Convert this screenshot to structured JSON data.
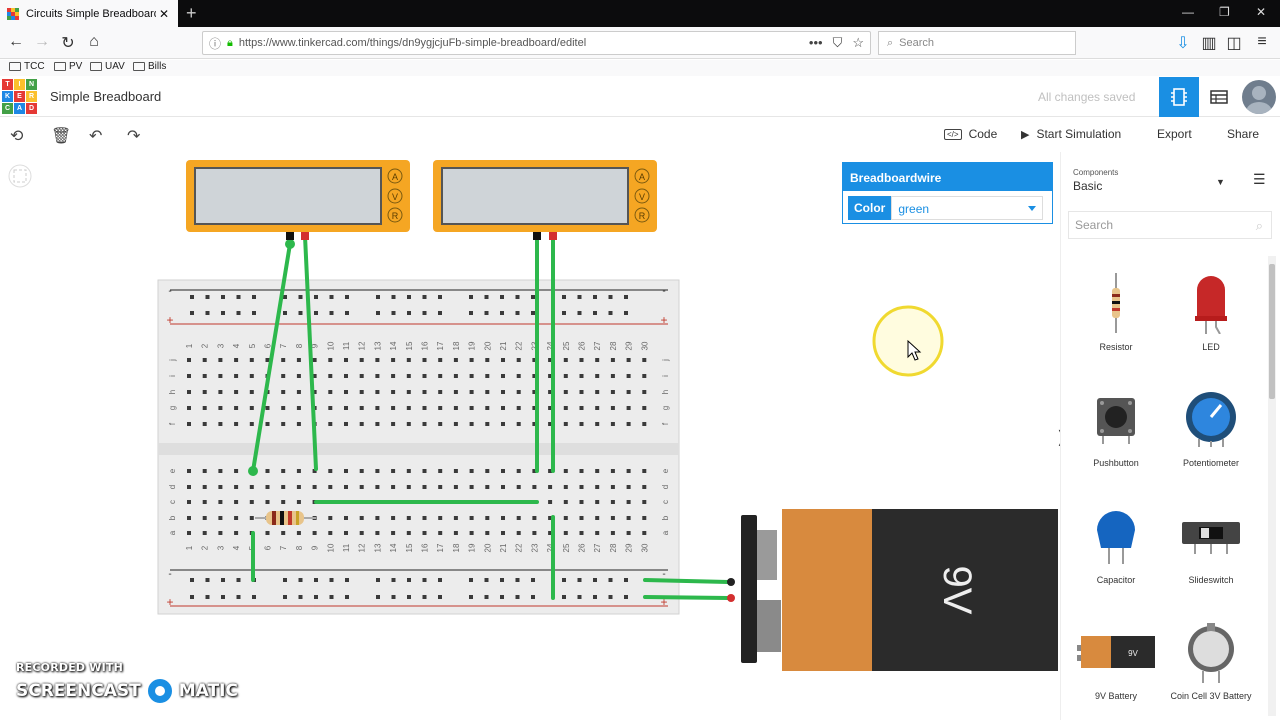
{
  "browser": {
    "tab_title": "Circuits Simple Breadboard | Ti",
    "url": "https://www.tinkercad.com/things/dn9ygjcjuFb-simple-breadboard/editel",
    "search_placeholder": "Search",
    "bookmarks": [
      "TCC",
      "PV",
      "UAV",
      "Bills"
    ]
  },
  "app": {
    "logo_letters": [
      "TIN",
      "KER",
      "CAD"
    ],
    "project_title": "Simple Breadboard",
    "save_status": "All changes saved"
  },
  "toolbar": {
    "code_label": "Code",
    "simulation_label": "Start Simulation",
    "export_label": "Export",
    "share_label": "Share"
  },
  "inspector": {
    "title": "Breadboardwire",
    "color_label": "Color",
    "color_value": "green"
  },
  "components_panel": {
    "label": "Components",
    "selected": "Basic",
    "search_placeholder": "Search",
    "items": [
      "Resistor",
      "LED",
      "Pushbutton",
      "Potentiometer",
      "Capacitor",
      "Slideswitch",
      "9V Battery",
      "Coin Cell 3V Battery"
    ]
  },
  "meters": [
    {
      "modes": [
        "A",
        "V",
        "R"
      ]
    },
    {
      "modes": [
        "A",
        "V",
        "R"
      ]
    }
  ],
  "battery": {
    "label": "9V",
    "small_label": "9V"
  },
  "breadboard": {
    "column_numbers": [
      "1",
      "2",
      "3",
      "4",
      "5",
      "6",
      "7",
      "8",
      "9",
      "10",
      "11",
      "12",
      "13",
      "14",
      "15",
      "16",
      "17",
      "18",
      "19",
      "20",
      "21",
      "22",
      "23",
      "24",
      "25",
      "26",
      "27",
      "28",
      "29",
      "30"
    ],
    "row_letters_top": [
      "j",
      "i",
      "h",
      "g",
      "f"
    ],
    "row_letters_bottom": [
      "e",
      "d",
      "c",
      "b",
      "a"
    ],
    "rail_minus": "-",
    "rail_plus": "+"
  },
  "watermark": {
    "line1": "RECORDED WITH",
    "line2a": "SCREENCAST",
    "line2b": "MATIC"
  },
  "colors": {
    "accent": "#1a8fe3",
    "wire": "#2db84c",
    "meter": "#f5a623",
    "battery_orange": "#d88a3e",
    "battery_dark": "#2b2b2b"
  }
}
